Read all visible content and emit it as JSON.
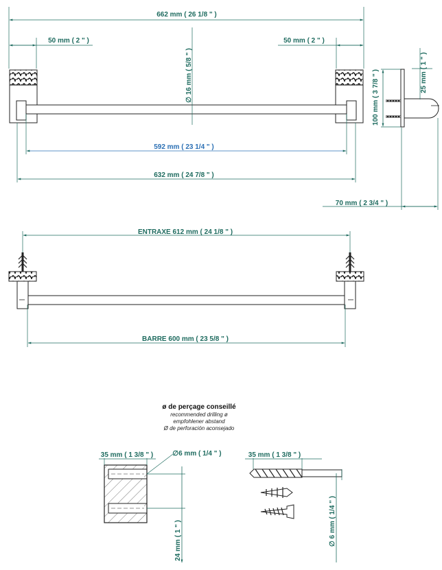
{
  "colors": {
    "dimension": "#1e6b5f",
    "highlight": "#2a6fb4",
    "outline": "#333333"
  },
  "top_view": {
    "overall_width": "662 mm ( 26 1/8 \" )",
    "left_bracket_width": "50 mm ( 2 \" )",
    "right_bracket_width": "50 mm ( 2 \" )",
    "bar_diameter": "∅ 16 mm ( 5/8 \" )",
    "bar_length": "592 mm ( 23 1/4 \" )",
    "total_length": "632 mm ( 24 7/8 \" )"
  },
  "side_view": {
    "height": "100 mm ( 3 7/8 \" )",
    "bar_height": "25 mm ( 1 \" )",
    "projection": "70 mm ( 2 3/4 \" )"
  },
  "front_view": {
    "entraxe": "ENTRAXE  612 mm ( 24 1/8 \" )",
    "barre": "BARRE   600 mm ( 23 5/8 \" )"
  },
  "drilling": {
    "title": "ø de perçage conseillé",
    "line_en": "recommended drilling ø",
    "line_de": "empfohlener abstand",
    "line_es": "Ø de perforación aconsejado",
    "depth_left": "35 mm ( 1 3/8 \" )",
    "diameter": "∅6 mm ( 1/4 \" )",
    "spacing": "24 mm ( 1 \" )",
    "depth_right": "35 mm ( 1 3/8 \" )",
    "diameter_right": "∅ 6 mm ( 1/4 \" )"
  }
}
